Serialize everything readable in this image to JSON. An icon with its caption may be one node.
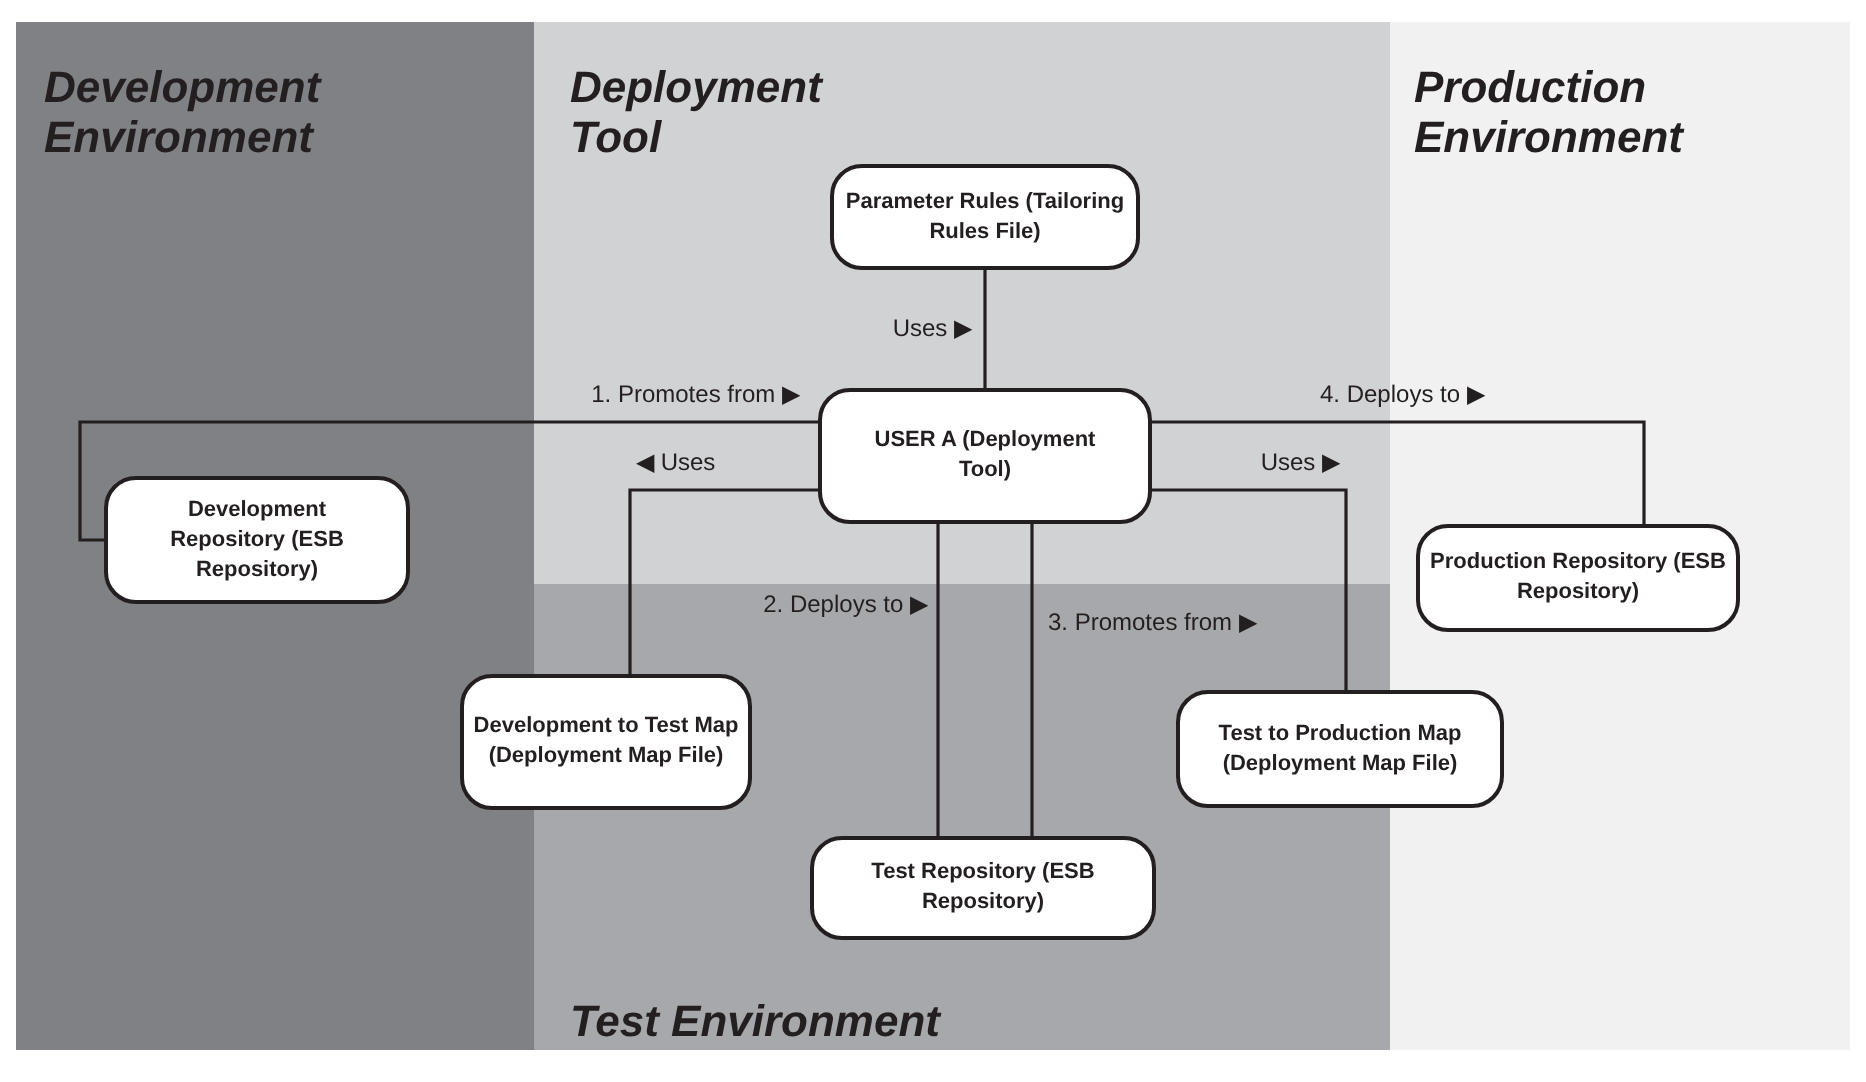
{
  "diagram": {
    "nodes": [
      {
        "text": [
          "Development Environment"
        ]
      },
      {
        "text": [
          "Deployment Tool"
        ]
      },
      {
        "text": [
          "Production Environment"
        ]
      },
      {
        "text": [
          "Test Environment"
        ]
      },
      {
        "text": [
          "Parameter Rules (Tailoring Rules File)"
        ],
        "in": 1
      },
      {
        "text": [
          "USER A (Deployment Tool)"
        ],
        "in": 1
      },
      {
        "text": [
          "Development Repository (ESB Repository)"
        ],
        "in": 0
      },
      {
        "text": [
          "Production Repository (ESB Repository)"
        ],
        "in": 2
      },
      {
        "text": [
          "Development to Test Map (Deployment Map File)"
        ]
      },
      {
        "text": [
          "Test to Production Map (Deployment Map File)"
        ]
      },
      {
        "text": [
          "Test Repository (ESB Repository)"
        ],
        "in": 3
      }
    ],
    "edges": [
      {
        "from": 5,
        "to": 4,
        "arrow": "none",
        "label": "Uses ▶"
      },
      {
        "from": 5,
        "to": 6,
        "arrow": "none",
        "label": "1. Promotes from ▶"
      },
      {
        "from": 5,
        "to": 7,
        "arrow": "none",
        "label": "4. Deploys to ▶"
      },
      {
        "from": 5,
        "to": 8,
        "arrow": "none",
        "label": "◀ Uses"
      },
      {
        "from": 5,
        "to": 9,
        "arrow": "none",
        "label": "Uses ▶"
      },
      {
        "from": 5,
        "to": 10,
        "arrow": "none",
        "label": "2. Deploys to ▶"
      },
      {
        "from": 5,
        "to": 10,
        "arrow": "none",
        "label": "3. Promotes from ▶"
      }
    ]
  }
}
